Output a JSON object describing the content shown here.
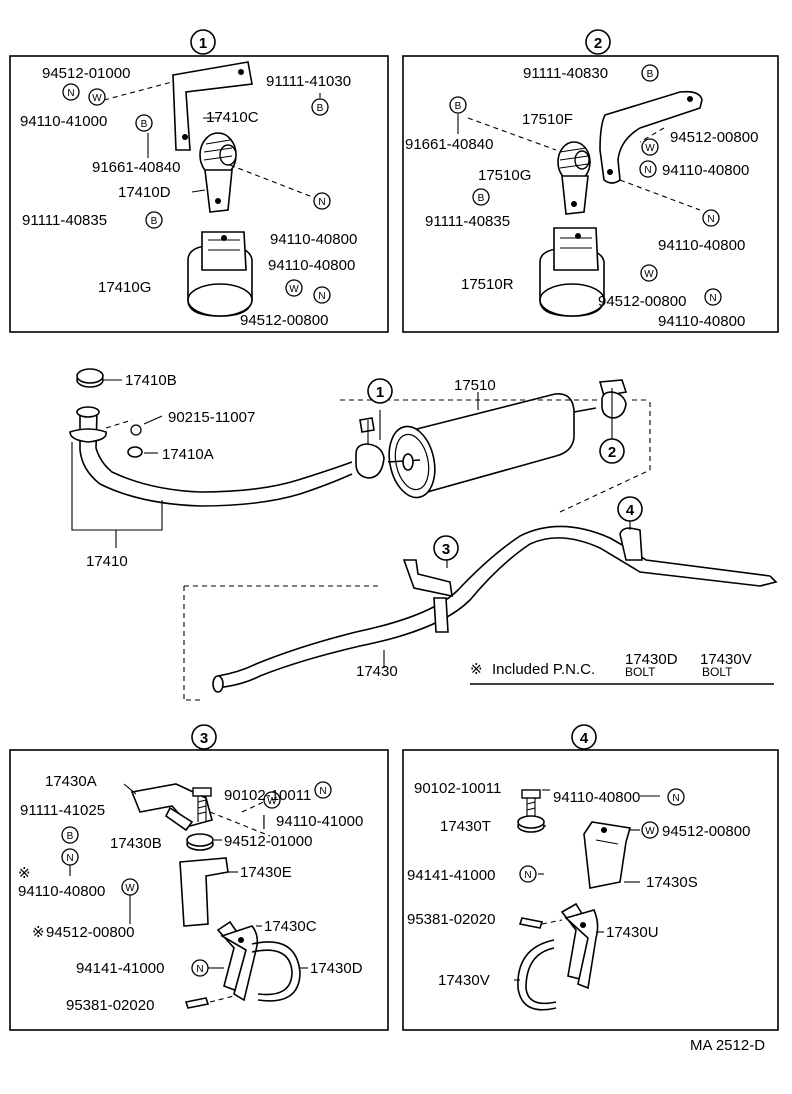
{
  "diagram": {
    "code": "MA 2512-D",
    "note": {
      "mark": "※",
      "text": "Included P.N.C.",
      "items": [
        {
          "part": "17430D",
          "sub": "BOLT"
        },
        {
          "part": "17430V",
          "sub": "BOLT"
        }
      ]
    },
    "markers": {
      "N": "N",
      "W": "W",
      "B": "B"
    },
    "star": "※",
    "callouts": [
      "1",
      "2",
      "3",
      "4"
    ],
    "box1": {
      "callout": "1",
      "labels": {
        "a": "94512-01000",
        "b": "94110-41000",
        "c": "91111-41030",
        "d": "17410C",
        "e": "91661-40840",
        "f": "17410D",
        "g": "91111-40835",
        "h": "94110-40800",
        "i": "94110-40800",
        "j": "17410G",
        "k": "94512-00800"
      }
    },
    "box2": {
      "callout": "2",
      "labels": {
        "a": "91111-40830",
        "b": "17510F",
        "c": "94512-00800",
        "d": "91661-40840",
        "e": "94110-40800",
        "f": "17510G",
        "g": "91111-40835",
        "h": "94110-40800",
        "i": "17510R",
        "j": "94512-00800",
        "k": "94110-40800"
      }
    },
    "main": {
      "labels": {
        "a": "17410B",
        "b": "90215-11007",
        "c": "17410A",
        "d": "17410",
        "e": "17510",
        "f": "17430"
      }
    },
    "box3": {
      "callout": "3",
      "labels": {
        "a": "17430A",
        "b": "90102-10011",
        "c": "91111-41025",
        "d": "94110-41000",
        "e": "17430B",
        "f": "94512-01000",
        "g": "94110-40800",
        "h": "17430E",
        "i": "94512-00800",
        "j": "17430C",
        "k": "94141-41000",
        "l": "17430D",
        "m": "95381-02020"
      }
    },
    "box4": {
      "callout": "4",
      "labels": {
        "a": "90102-10011",
        "b": "94110-40800",
        "c": "17430T",
        "d": "94512-00800",
        "e": "94141-41000",
        "f": "17430S",
        "g": "95381-02020",
        "h": "17430U",
        "i": "17430V"
      }
    }
  }
}
